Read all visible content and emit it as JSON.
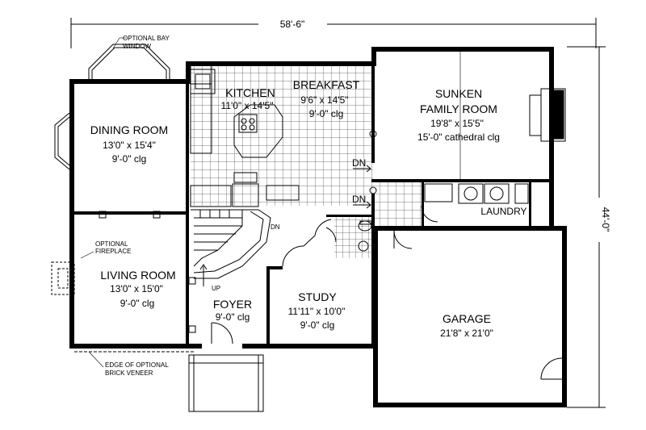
{
  "overall": {
    "width": "58'-6\"",
    "depth": "44'-0\""
  },
  "rooms": {
    "dining": {
      "name": "DINING ROOM",
      "size": "13'0\" x 15'4\"",
      "ceiling": "9'-0\" clg"
    },
    "kitchen": {
      "name": "KITCHEN",
      "size": "11'0\" x 14'5\""
    },
    "breakfast": {
      "name": "BREAKFAST",
      "size": "9'6\" x 14'5\"",
      "ceiling": "9'-0\" clg"
    },
    "family": {
      "name_line1": "SUNKEN",
      "name_line2": "FAMILY ROOM",
      "size": "19'8\" x 15'5\"",
      "ceiling": "15'-0\" cathedral clg"
    },
    "living": {
      "name": "LIVING ROOM",
      "size": "13'0\" x 15'0\"",
      "ceiling": "9'-0\" clg"
    },
    "foyer": {
      "name": "FOYER",
      "ceiling": "9'-0\" clg"
    },
    "study": {
      "name": "STUDY",
      "size": "11'11\" x 10'0\"",
      "ceiling": "9'-0\" clg"
    },
    "garage": {
      "name": "GARAGE",
      "size": "21'8\" x 21'0\""
    },
    "laundry": {
      "name": "LAUNDRY"
    }
  },
  "notes": {
    "bay_line1": "OPTIONAL BAY",
    "bay_line2": "WINDOW",
    "fireplace_line1": "OPTIONAL",
    "fireplace_line2": "FIREPLACE",
    "veneer_line1": "EDGE OF OPTIONAL",
    "veneer_line2": "BRICK VENEER",
    "dn": "DN",
    "up": "UP"
  }
}
